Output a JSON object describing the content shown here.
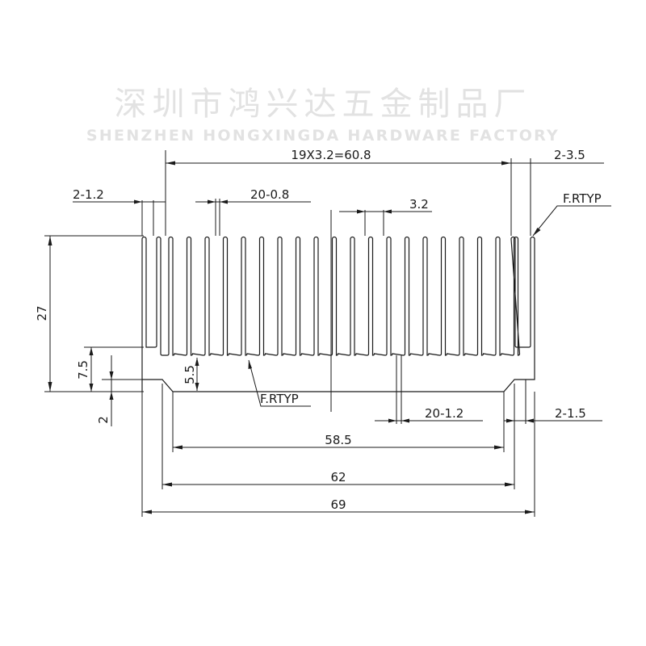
{
  "watermark": {
    "company_cn": "深圳市鸿兴达五金制品厂",
    "company_en": "SHENZHEN HONGXINGDA HARDWARE FACTORY"
  },
  "dimensions": {
    "fin_pitch_total": "19X3.2=60.8",
    "end_fin_thickness": "2-3.5",
    "outer_fin_thickness": "2-1.2",
    "fin_thickness": "20-0.8",
    "pitch": "3.2",
    "radius_typ_top": "F.RTYP",
    "height": "27",
    "base_height": "7.5",
    "step_height": "5.5",
    "flange_height": "2",
    "radius_typ_bottom": "F.RTYP",
    "fin_root_width": "20-1.2",
    "side_step": "2-1.5",
    "inner_width": "58.5",
    "base_width": "62",
    "overall_width": "69"
  }
}
